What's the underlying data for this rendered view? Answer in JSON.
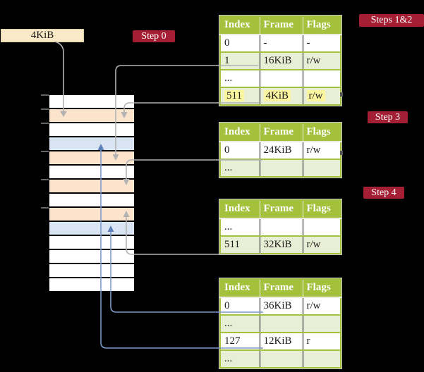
{
  "memory_label": {
    "text": "4KiB"
  },
  "badges": [
    {
      "id": "step-0",
      "label": "Step 0"
    },
    {
      "id": "steps-1-2",
      "label": "Steps 1&2"
    },
    {
      "id": "step-3",
      "label": "Step 3"
    },
    {
      "id": "step-4",
      "label": "Step 4"
    }
  ],
  "memory_strip": {
    "rows": [
      "white",
      "orange",
      "white",
      "blue",
      "orange",
      "white",
      "orange",
      "white",
      "orange",
      "blue",
      "white",
      "white",
      "white",
      "white"
    ]
  },
  "tables": [
    {
      "name": "page-table-steps-1-2",
      "headers": [
        "Index",
        "Frame",
        "Flags"
      ],
      "rows": [
        {
          "cells": [
            "0",
            "-",
            "-"
          ],
          "shaded": false,
          "highlighted": false
        },
        {
          "cells": [
            "1",
            "16KiB",
            "r/w"
          ],
          "shaded": true,
          "highlighted": false
        },
        {
          "cells": [
            "...",
            "",
            ""
          ],
          "shaded": false,
          "highlighted": false
        },
        {
          "cells": [
            "511",
            "4KiB",
            "r/w"
          ],
          "shaded": true,
          "highlighted": true
        }
      ]
    },
    {
      "name": "page-table-step-3",
      "headers": [
        "Index",
        "Frame",
        "Flags"
      ],
      "rows": [
        {
          "cells": [
            "0",
            "24KiB",
            "r/w"
          ],
          "shaded": false,
          "highlighted": false
        },
        {
          "cells": [
            "...",
            "",
            ""
          ],
          "shaded": true,
          "highlighted": false
        }
      ]
    },
    {
      "name": "page-table-step-4",
      "headers": [
        "Index",
        "Frame",
        "Flags"
      ],
      "rows": [
        {
          "cells": [
            "...",
            "",
            ""
          ],
          "shaded": false,
          "highlighted": false
        },
        {
          "cells": [
            "511",
            "32KiB",
            "r/w"
          ],
          "shaded": true,
          "highlighted": false
        }
      ]
    },
    {
      "name": "page-table-leaf",
      "headers": [
        "Index",
        "Frame",
        "Flags"
      ],
      "rows": [
        {
          "cells": [
            "0",
            "36KiB",
            "r/w"
          ],
          "shaded": false,
          "highlighted": false
        },
        {
          "cells": [
            "...",
            "",
            ""
          ],
          "shaded": true,
          "highlighted": false
        },
        {
          "cells": [
            "127",
            "12KiB",
            "r"
          ],
          "shaded": false,
          "highlighted": false
        },
        {
          "cells": [
            "...",
            "",
            ""
          ],
          "shaded": true,
          "highlighted": false
        }
      ]
    }
  ],
  "colors": {
    "background": "#000000",
    "table_header_green": "#A3C13C",
    "table_row_green": "#E9EFD5",
    "frame_orange": "#FCE3CC",
    "frame_blue": "#D9E5F2",
    "memory_label_bg": "#FAE9C6",
    "badge_red": "#A41E34",
    "highlight_yellow": "#FBF5A0",
    "connector_gray": "#B3B3B3",
    "connector_blue": "#7D9BCA",
    "connector_blue_head": "#5E80B8",
    "tick_gray": "#8F8F8F"
  }
}
